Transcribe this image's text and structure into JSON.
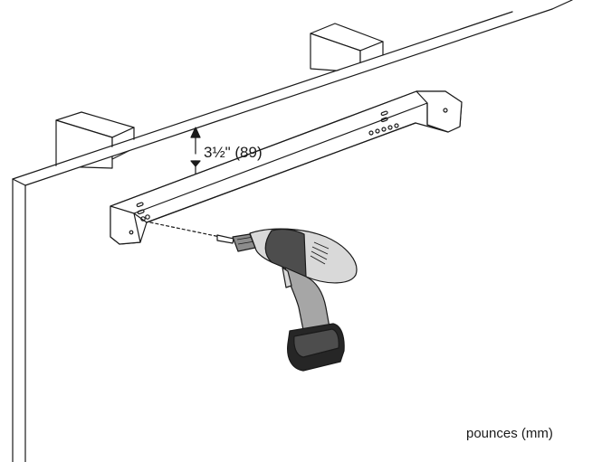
{
  "illustration": {
    "dimension_label": "3½\" (89)",
    "units_note": "pounces (mm)"
  },
  "colors": {
    "line": "#1a1a1a",
    "drill_body_light": "#d9d9d9",
    "drill_body_mid": "#a6a6a6",
    "drill_body_dark": "#4d4d4d",
    "drill_battery": "#262626"
  },
  "icons": {
    "dimension_arrows": "arrow-up-down",
    "tool": "power-drill-icon"
  }
}
